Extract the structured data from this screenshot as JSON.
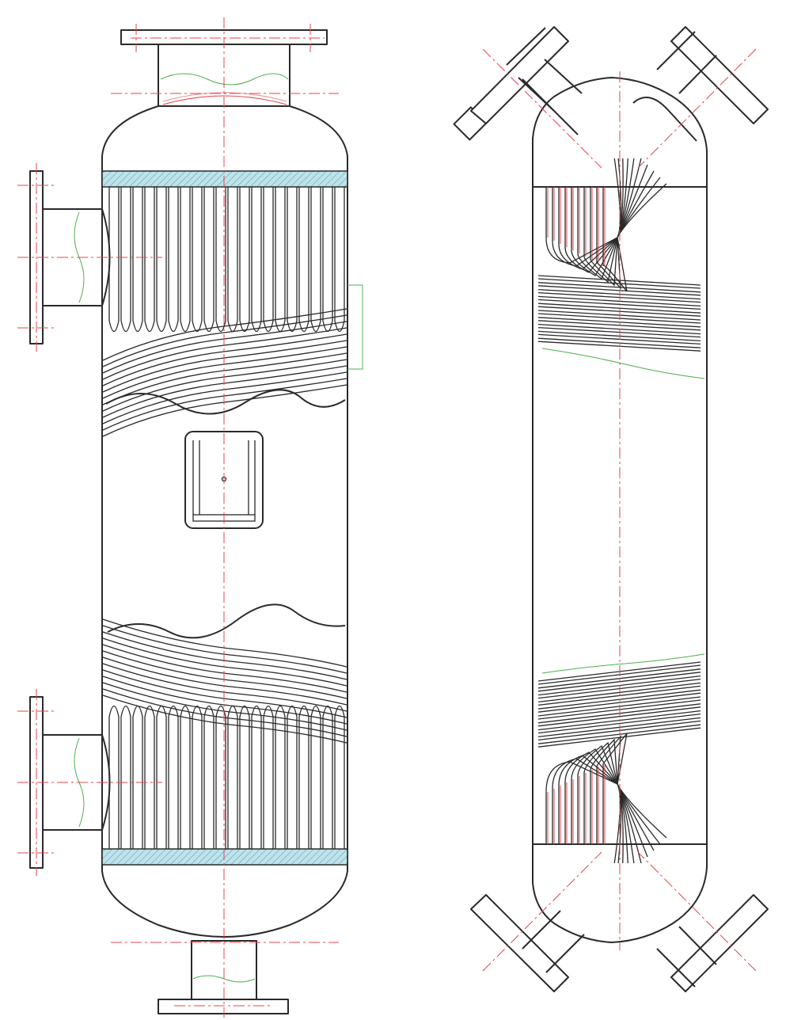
{
  "colors": {
    "outline": "#2a2a2a",
    "centerline": "#e0444b",
    "break_line": "#4caf50",
    "tubesheet_fill": "#bfe3ea",
    "tubesheet_hatch": "#5aa6b8",
    "background": "#ffffff"
  },
  "views": [
    {
      "name": "front-view",
      "nozzles": [
        "top-nozzle",
        "bottom-nozzle",
        "upper-side-nozzle",
        "lower-side-nozzle"
      ],
      "has_manhole": true,
      "tubesheets": 2
    },
    {
      "name": "side-view",
      "nozzles": [
        "upper-left-nozzle",
        "upper-right-nozzle",
        "lower-left-nozzle",
        "lower-right-nozzle"
      ]
    }
  ]
}
